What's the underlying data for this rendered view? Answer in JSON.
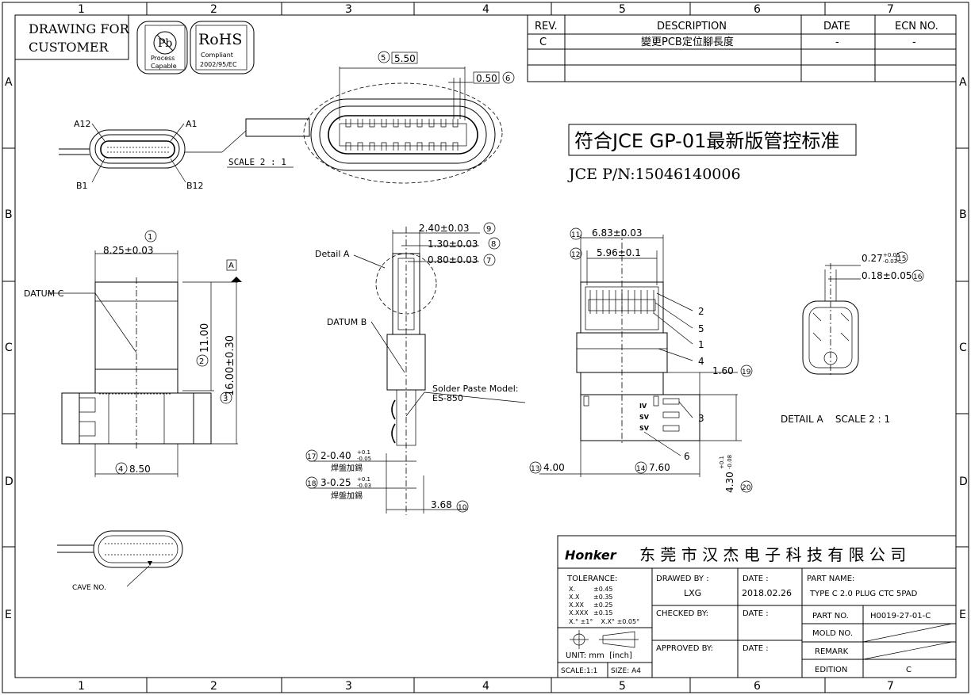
{
  "frame": {
    "col_markers": [
      "1",
      "2",
      "3",
      "4",
      "5",
      "6",
      "7"
    ],
    "row_markers": [
      "A",
      "B",
      "C",
      "D",
      "E"
    ]
  },
  "stamp": {
    "title_line1": "DRAWING FOR",
    "title_line2": "CUSTOMER"
  },
  "badges": {
    "pb_symbol": "Pb",
    "pb_line1": "Process",
    "pb_line2": "Capable",
    "rohs_title": "RoHS",
    "rohs_line1": "Compliant",
    "rohs_line2": "2002/95/EC"
  },
  "revision_table": {
    "headers": [
      "REV.",
      "DESCRIPTION",
      "DATE",
      "ECN NO."
    ],
    "row": [
      "C",
      "變更PCB定位腳長度",
      "-",
      "-"
    ]
  },
  "standard_note": "符合JCE GP-01最新版管控标准",
  "part_number_line": "JCE P/N:15046140006",
  "end_view": {
    "pin_a12": "A12",
    "pin_a1": "A1",
    "pin_b1": "B1",
    "pin_b12": "B12",
    "scale": "SCALE 2 : 1",
    "dim5_tag": "5",
    "dim5": "5.50",
    "dim6_tag": "6",
    "dim6": "0.50"
  },
  "front_view": {
    "dim1_tag": "1",
    "dim1": "8.25±0.03",
    "datum_c": "DATUM C",
    "datum_a_tag": "A",
    "dim2_tag": "2",
    "dim2": "11.00",
    "dim16": "16.00±0.30",
    "dim3_tag": "3",
    "dim4_tag": "4",
    "dim4": "8.50"
  },
  "side_view": {
    "detail_a": "Detail A",
    "datum_b": "DATUM B",
    "dim9_tag": "9",
    "dim9": "2.40±0.03",
    "dim8_tag": "8",
    "dim8": "1.30±0.03",
    "dim7_tag": "7",
    "dim7": "0.80±0.03",
    "solder_label": "Solder Paste Model:",
    "solder_model": "ES-850",
    "dim17_tag": "17",
    "dim17": "2-0.40",
    "dim17_tol_up": "+0.1",
    "dim17_tol_dn": "-0.05",
    "dim17_note": "焊盤加錫",
    "dim18_tag": "18",
    "dim18": "3-0.25",
    "dim18_tol_up": "+0.1",
    "dim18_tol_dn": "-0.03",
    "dim18_note": "焊盤加錫",
    "dim10_tag": "10",
    "dim10": "3.68"
  },
  "back_view": {
    "dim11_tag": "11",
    "dim11": "6.83±0.03",
    "dim12_tag": "12",
    "dim12": "5.96±0.1",
    "callouts": [
      "2",
      "5",
      "1",
      "4",
      "3",
      "6"
    ],
    "dim19_tag": "19",
    "dim19": "1.60",
    "dim13_tag": "13",
    "dim13": "4.00",
    "dim14_tag": "14",
    "dim14": "7.60",
    "dim20_tag": "20",
    "dim20": "4.30",
    "dim20_tol_up": "+0.1",
    "dim20_tol_dn": "-0.08",
    "marks": [
      "IV",
      "SV",
      "SV"
    ]
  },
  "detail_view": {
    "dim15_tag": "15",
    "dim15": "0.27",
    "dim15_tol_up": "+0.05",
    "dim15_tol_dn": "-0.03",
    "dim16_tag": "16",
    "dim16": "0.18±0.05",
    "caption": "DETAIL A    SCALE 2 : 1"
  },
  "bottom_view": {
    "cave_label": "CAVE NO."
  },
  "title_block": {
    "logo": "Honker",
    "company": "东 莞 市 汉 杰 电 子 科 技 有 限 公 司",
    "tolerance_title": "TOLERANCE:",
    "tolerances": [
      [
        "X.",
        "±0.45"
      ],
      [
        "X.X",
        "±0.35"
      ],
      [
        "X.XX",
        "±0.25"
      ],
      [
        "X.XXX",
        "±0.15"
      ]
    ],
    "angle_tol": "X.° ±1°    X.X° ±0.05°",
    "unit": "UNIT: mm  [inch]",
    "scale": "SCALE:1:1",
    "size": "SIZE: A4",
    "drawn_by_label": "DRAWED BY :",
    "drawn_by": "LXG",
    "date_label": "DATE :",
    "drawn_date": "2018.02.26",
    "part_name_label": "PART NAME:",
    "part_name": "TYPE C 2.0 PLUG CTC 5PAD",
    "checked_by_label": "CHECKED BY:",
    "checked_date_label": "DATE :",
    "approved_by_label": "APPROVED BY:",
    "approved_date_label": "DATE :",
    "part_no_label": "PART NO.",
    "part_no": "H0019-27-01-C",
    "mold_no_label": "MOLD NO.",
    "remark_label": "REMARK",
    "edition_label": "EDITION",
    "edition": "C"
  }
}
